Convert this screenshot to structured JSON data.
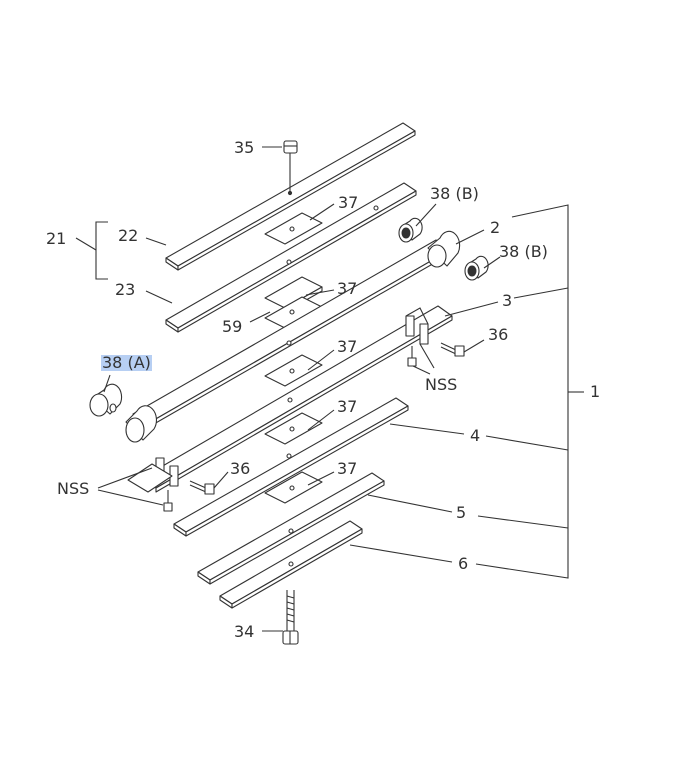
{
  "callouts": {
    "c35": "35",
    "c37a": "37",
    "c38b_top": "38 (B)",
    "c21": "21",
    "c22": "22",
    "c2": "2",
    "c38b_mid": "38 (B)",
    "c23": "23",
    "c37b": "37",
    "c3": "3",
    "c59": "59",
    "c36a": "36",
    "c37c": "37",
    "c38a": "38 (A)",
    "c1": "1",
    "c37d": "37",
    "c4": "4",
    "c36b": "36",
    "c37e": "37",
    "c5": "5",
    "c6": "6",
    "c34": "34",
    "nss_right": "NSS",
    "nss_left": "NSS"
  },
  "selection": {
    "label": "38 (A)",
    "highlight_color": "#b7cff3"
  },
  "line_color": "#333333"
}
